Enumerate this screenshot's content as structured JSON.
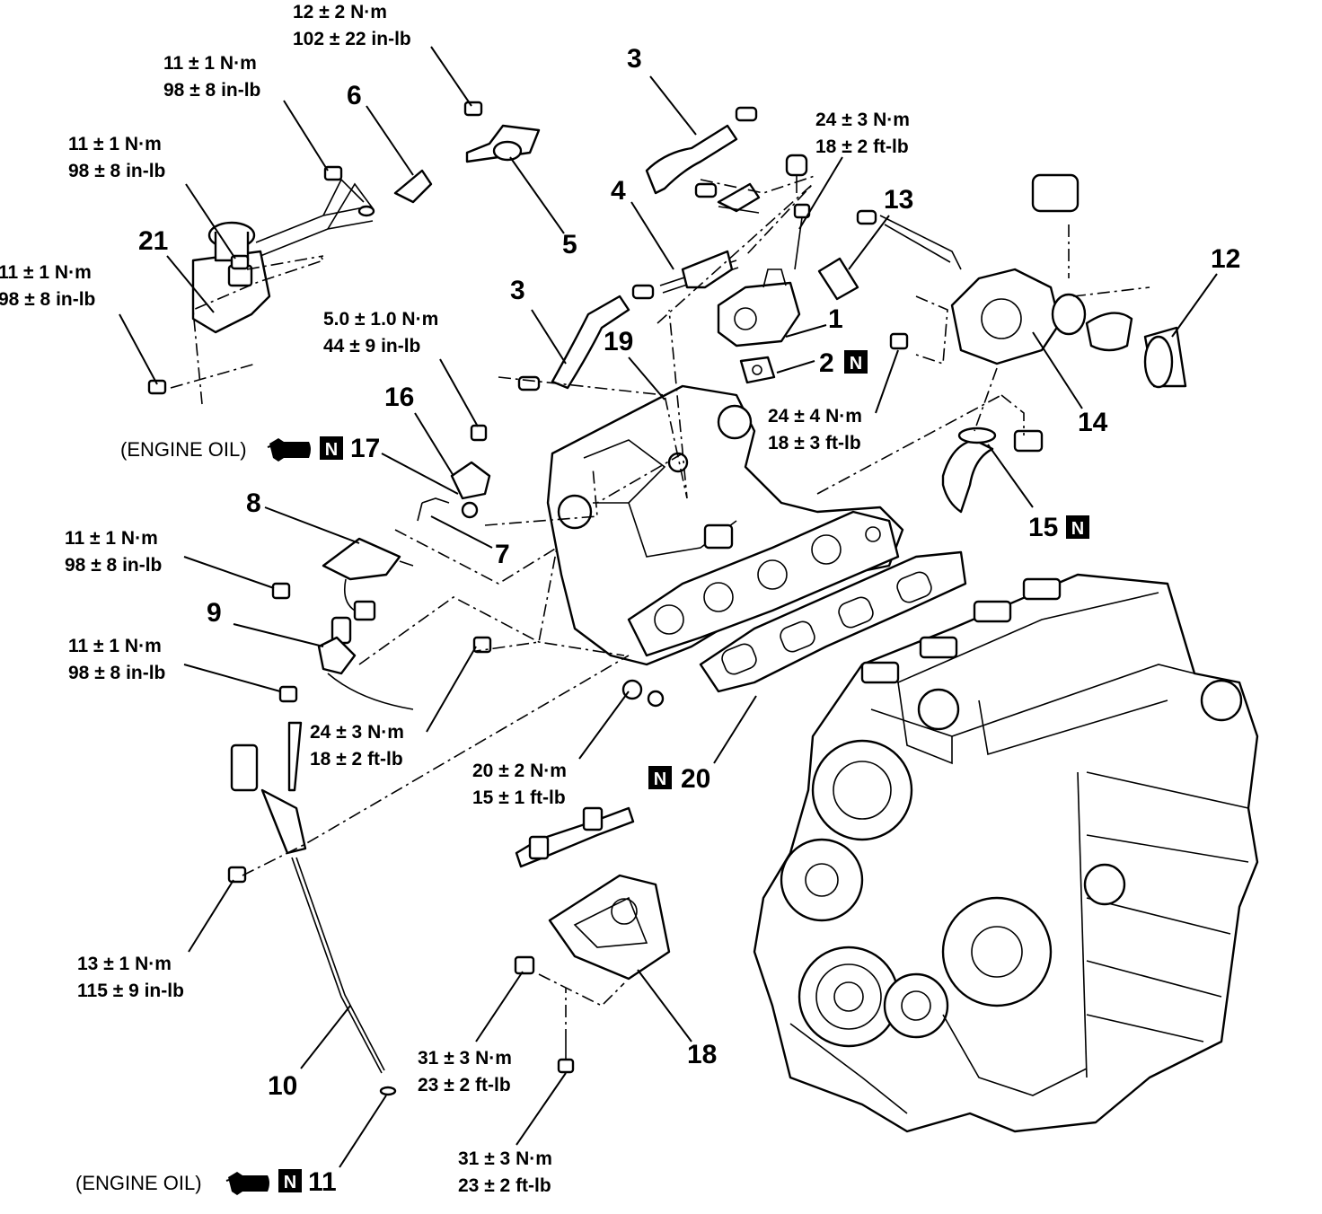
{
  "callouts": {
    "c1": "1",
    "c2": "2",
    "c3a": "3",
    "c3b": "3",
    "c4": "4",
    "c5": "5",
    "c6": "6",
    "c7": "7",
    "c8": "8",
    "c9": "9",
    "c10": "10",
    "c11": "11",
    "c12": "12",
    "c13": "13",
    "c14": "14",
    "c15": "15",
    "c16": "16",
    "c17": "17",
    "c18": "18",
    "c19": "19",
    "c20": "20",
    "c21": "21"
  },
  "new_part_mark": "N",
  "torque": {
    "t_top_metric": "12 ± 2 N·m",
    "t_top_imp": "102 ± 22 in-lb",
    "t_6_metric": "11 ± 1 N·m",
    "t_6_imp": "98 ± 8 in-lb",
    "t_21a_metric": "11 ± 1 N·m",
    "t_21a_imp": "98 ± 8 in-lb",
    "t_21b_metric": "11 ± 1 N·m",
    "t_21b_imp": "98 ± 8 in-lb",
    "t_1_metric": "24 ± 3 N·m",
    "t_1_imp": "18 ± 2 ft-lb",
    "t_16_metric": "5.0 ± 1.0 N·m",
    "t_16_imp": "44 ± 9 in-lb",
    "t_14_metric": "24 ± 4 N·m",
    "t_14_imp": "18 ± 3 ft-lb",
    "t_8_metric": "11 ± 1 N·m",
    "t_8_imp": "98 ± 8 in-lb",
    "t_9_metric": "11 ± 1 N·m",
    "t_9_imp": "98 ± 8 in-lb",
    "t_19_metric": "24 ± 3 N·m",
    "t_19_imp": "18 ± 2 ft-lb",
    "t_20_metric": "20 ± 2 N·m",
    "t_20_imp": "15 ± 1 ft-lb",
    "t_10_metric": "13 ± 1 N·m",
    "t_10_imp": "115 ± 9 in-lb",
    "t_18a_metric": "31 ± 3 N·m",
    "t_18a_imp": "23 ± 2 ft-lb",
    "t_18b_metric": "31 ± 3 N·m",
    "t_18b_imp": "23 ± 2 ft-lb"
  },
  "engine_oil_label": "(ENGINE OIL)",
  "icons": [
    "oil-can-icon",
    "new-part-n-icon"
  ],
  "colors": {
    "ink": "#000000",
    "paper": "#ffffff"
  }
}
